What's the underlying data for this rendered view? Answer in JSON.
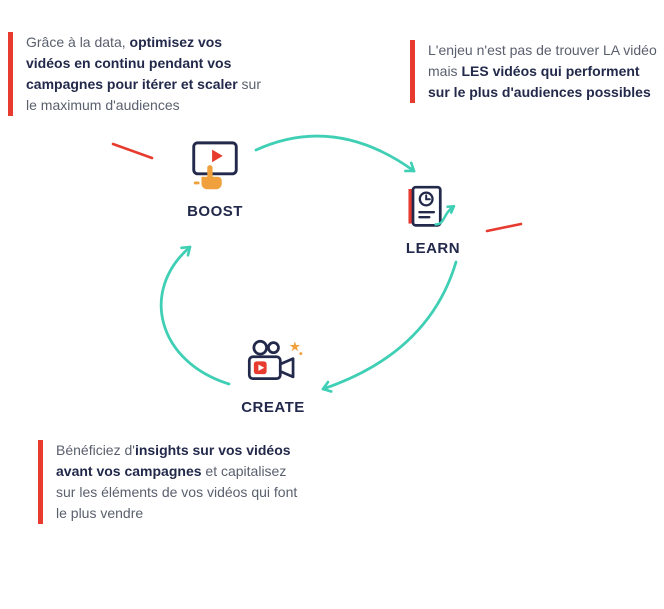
{
  "colors": {
    "navy": "#23294a",
    "text_gray": "#595f6d",
    "accent_red": "#e63b2e",
    "arrow_teal": "#3ecfb4",
    "accent_orange": "#f0a13e"
  },
  "callouts": {
    "boost": {
      "s1": "Grâce à la data, ",
      "s2": "optimisez vos vidéos en continu pendant vos campagnes pour itérer et scaler",
      "s3": " sur le maximum d'audiences"
    },
    "learn": {
      "s1": "L'enjeu n'est pas de trouver LA vidéo mais ",
      "s2": "LES vidéos qui performent sur le plus d'audiences possibles",
      "s3": ""
    },
    "create": {
      "s1": "Bénéficiez d'",
      "s2": "insights sur vos vidéos avant vos campagnes",
      "s3": " et capitalisez sur les éléments de vos vidéos qui font le plus vendre"
    }
  },
  "nodes": {
    "boost": {
      "label": "BOOST",
      "icon": "ad-player-click-icon"
    },
    "learn": {
      "label": "LEARN",
      "icon": "analytics-report-growth-icon"
    },
    "create": {
      "label": "CREATE",
      "icon": "video-camera-create-icon"
    }
  }
}
